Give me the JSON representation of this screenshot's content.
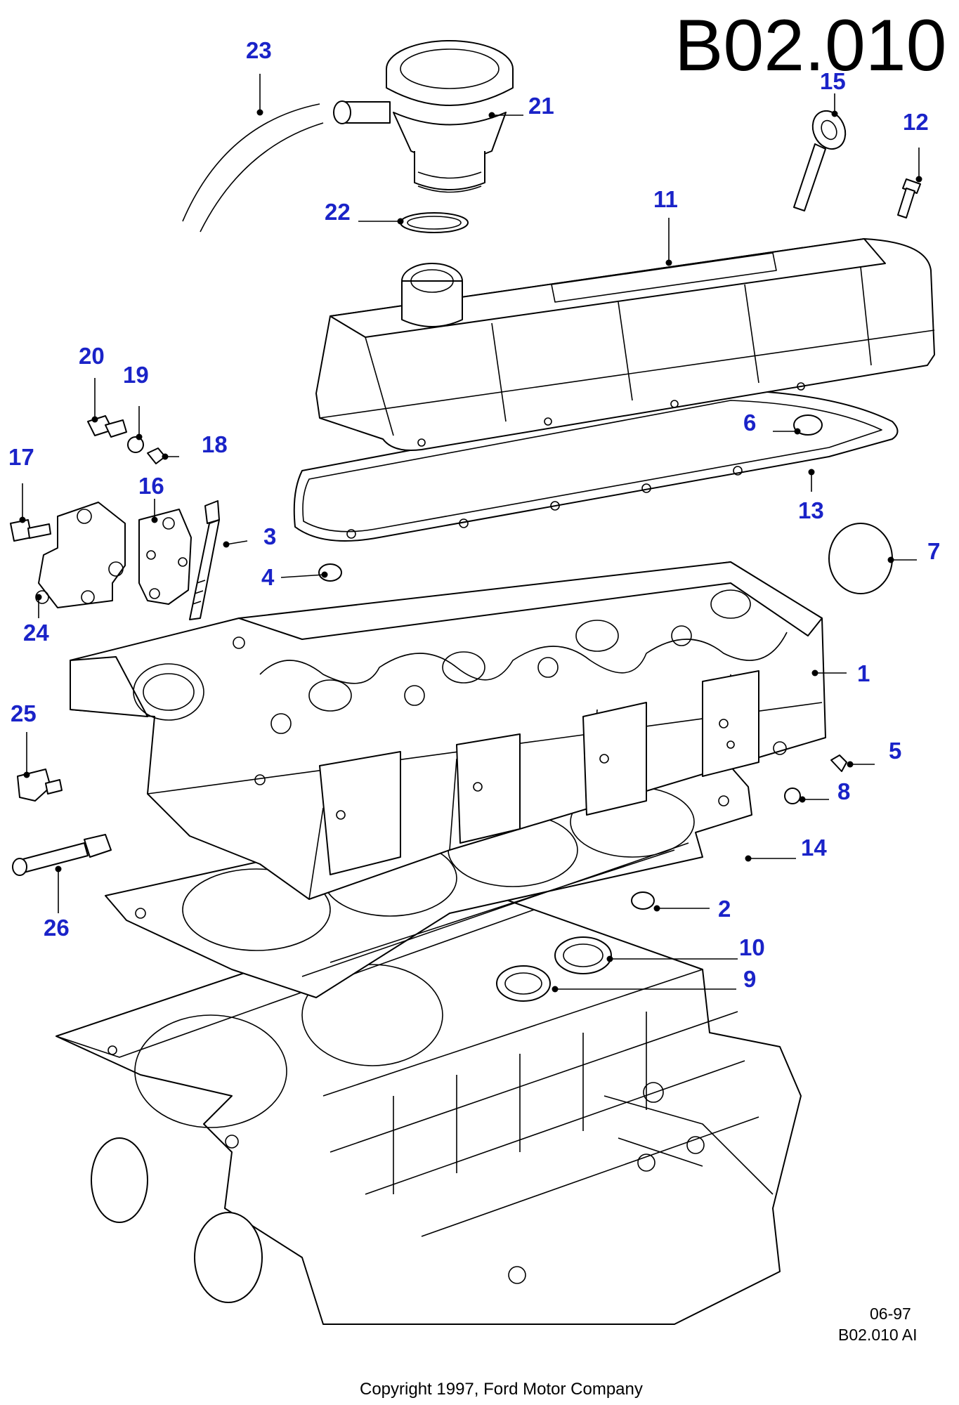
{
  "header": {
    "code": "B02.010"
  },
  "footer": {
    "date": "06-97",
    "ref": "B02.010 AI",
    "copyright": "Copyright 1997, Ford Motor Company"
  },
  "colors": {
    "callout": "#1a23c8",
    "line": "#000000"
  },
  "callouts": {
    "n1": "1",
    "n2": "2",
    "n3": "3",
    "n4": "4",
    "n5": "5",
    "n6": "6",
    "n7": "7",
    "n8": "8",
    "n9": "9",
    "n10": "10",
    "n11": "11",
    "n12": "12",
    "n13": "13",
    "n14": "14",
    "n15": "15",
    "n16": "16",
    "n17": "17",
    "n18": "18",
    "n19": "19",
    "n20": "20",
    "n21": "21",
    "n22": "22",
    "n23": "23",
    "n24": "24",
    "n25": "25",
    "n26": "26"
  }
}
